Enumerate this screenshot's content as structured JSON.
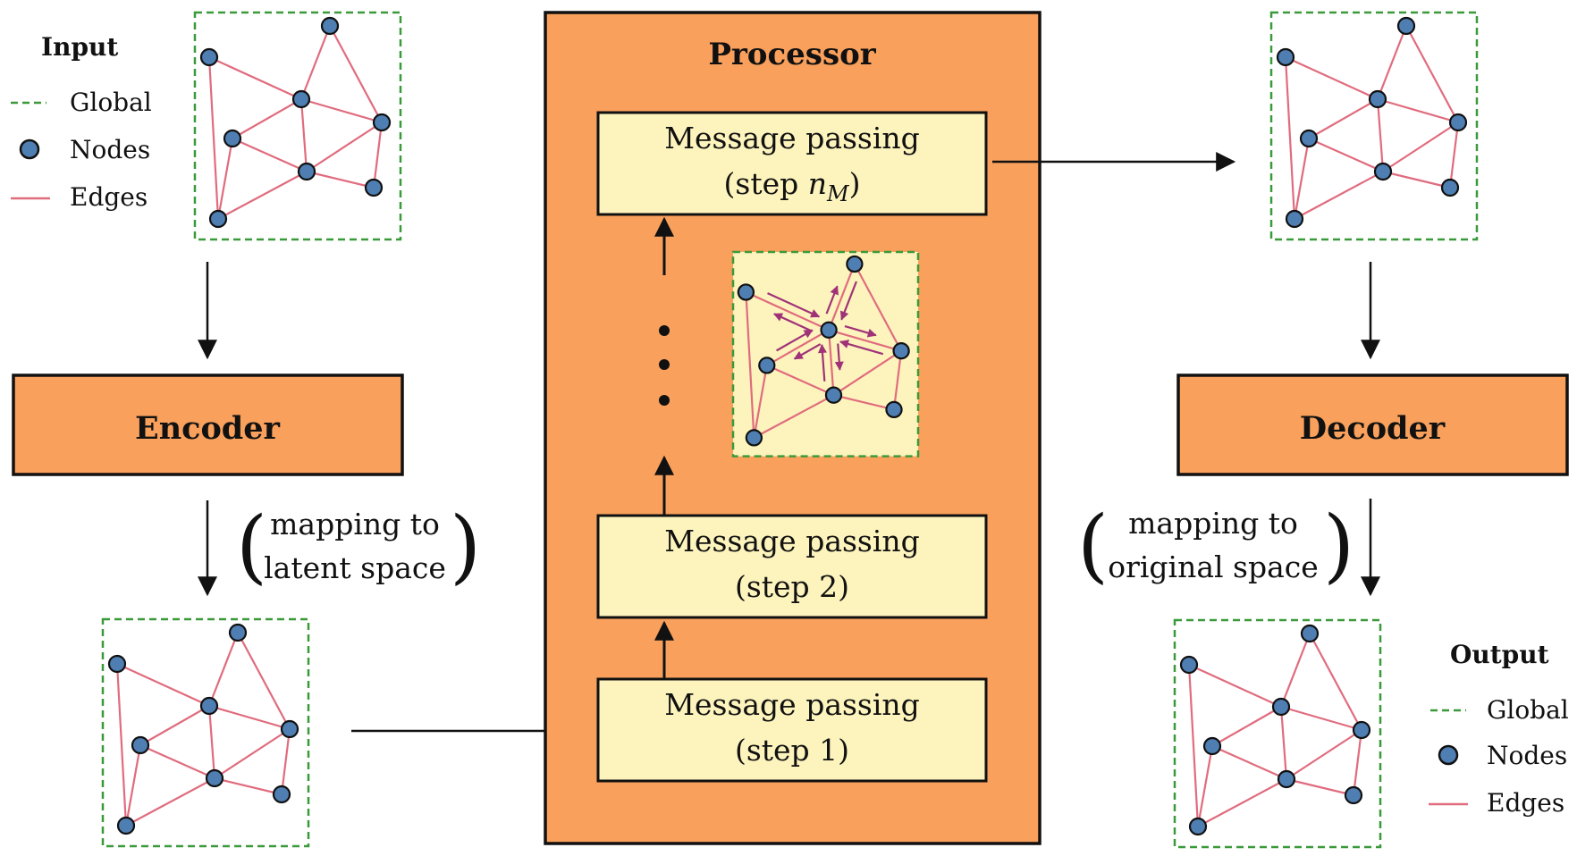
{
  "legend_input": {
    "title": "Input",
    "global": "Global",
    "nodes": "Nodes",
    "edges": "Edges"
  },
  "legend_output": {
    "title": "Output",
    "global": "Global",
    "nodes": "Nodes",
    "edges": "Edges"
  },
  "encoder": {
    "label": "Encoder"
  },
  "decoder": {
    "label": "Decoder"
  },
  "processor": {
    "title": "Processor",
    "step_nm": {
      "line1": "Message passing",
      "line2_prefix": "(step ",
      "line2_var": "n",
      "line2_sub": "M",
      "line2_suffix": ")"
    },
    "step_2": {
      "line1": "Message passing",
      "line2": "(step 2)"
    },
    "step_1": {
      "line1": "Message passing",
      "line2": "(step 1)"
    }
  },
  "annotations": {
    "encoder_note": {
      "line1": "mapping to",
      "line2": "latent space"
    },
    "decoder_note": {
      "line1": "mapping to",
      "line2": "original space"
    }
  },
  "colors": {
    "block_fill": "#f9a05c",
    "step_fill": "#fdf4bd",
    "node_fill": "#4f7fb2",
    "edge": "#e06c7e",
    "global_border": "#3a9a3a",
    "message_arrow": "#a03278"
  }
}
